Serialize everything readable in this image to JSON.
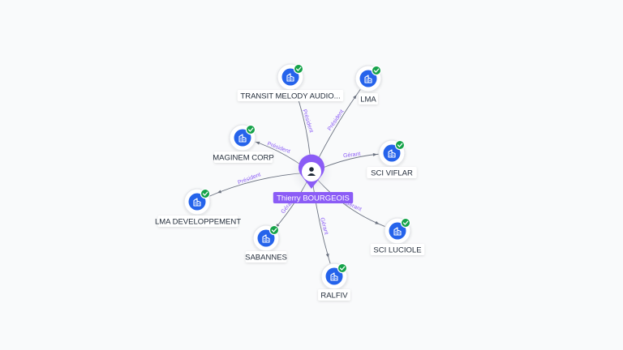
{
  "colors": {
    "background": "#f9fafb",
    "company_icon": "#2563eb",
    "check_badge": "#16a34a",
    "person_accent": "#8b5cf6",
    "edge": "#6b7280"
  },
  "center": {
    "label": "Thierry BOURGEOIS",
    "icon": "person-icon"
  },
  "companies": [
    {
      "id": "transit",
      "label": "TRANSIT MELODY AUDIO...",
      "role": "Président",
      "icon": "building-icon",
      "status_icon": "check-icon"
    },
    {
      "id": "lma",
      "label": "LMA",
      "role": "Président",
      "icon": "building-icon",
      "status_icon": "check-icon"
    },
    {
      "id": "maginem",
      "label": "MAGINEM CORP",
      "role": "Président",
      "icon": "building-icon",
      "status_icon": "check-icon"
    },
    {
      "id": "sciviflar",
      "label": "SCI VIFLAR",
      "role": "Gérant",
      "icon": "building-icon",
      "status_icon": "check-icon"
    },
    {
      "id": "lmadev",
      "label": "LMA DEVELOPPEMENT",
      "role": "Président",
      "icon": "building-icon",
      "status_icon": "check-icon"
    },
    {
      "id": "sciluciole",
      "label": "SCI LUCIOLE",
      "role": "Gérant",
      "icon": "building-icon",
      "status_icon": "check-icon"
    },
    {
      "id": "sabannes",
      "label": "SABANNES",
      "role": "Gérant",
      "icon": "building-icon",
      "status_icon": "check-icon"
    },
    {
      "id": "ralfiv",
      "label": "RALFIV",
      "role": "Gérant",
      "icon": "building-icon",
      "status_icon": "check-icon"
    }
  ]
}
